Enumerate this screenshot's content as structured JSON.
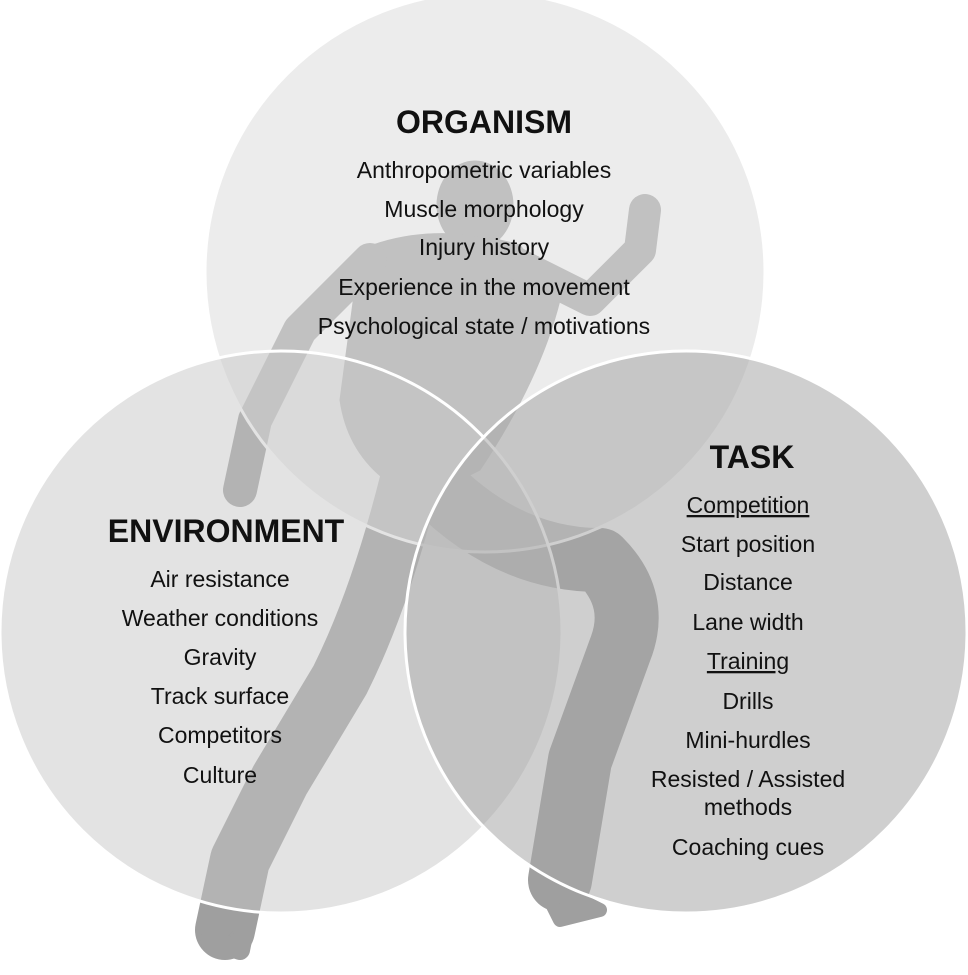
{
  "colors": {
    "organism_fill": "#e6e6e6",
    "environment_fill": "#d9d9d9",
    "task_fill": "#c4c4c4",
    "runner": "#9a9a9a",
    "outline": "#ffffff"
  },
  "organism": {
    "title": "ORGANISM",
    "items": [
      "Anthropometric variables",
      "Muscle morphology",
      "Injury history",
      "Experience in the movement",
      "Psychological state / motivations"
    ]
  },
  "environment": {
    "title": "ENVIRONMENT",
    "items": [
      "Air resistance",
      "Weather conditions",
      "Gravity",
      "Track surface",
      "Competitors",
      "Culture"
    ]
  },
  "task": {
    "title": "TASK",
    "competition_heading": "Competition",
    "competition_items": [
      "Start position",
      "Distance",
      "Lane width"
    ],
    "training_heading": "Training",
    "training_items": [
      "Drills",
      "Mini-hurdles"
    ],
    "resisted_line1": "Resisted / Assisted",
    "resisted_line2": "methods",
    "last_item": "Coaching cues"
  }
}
